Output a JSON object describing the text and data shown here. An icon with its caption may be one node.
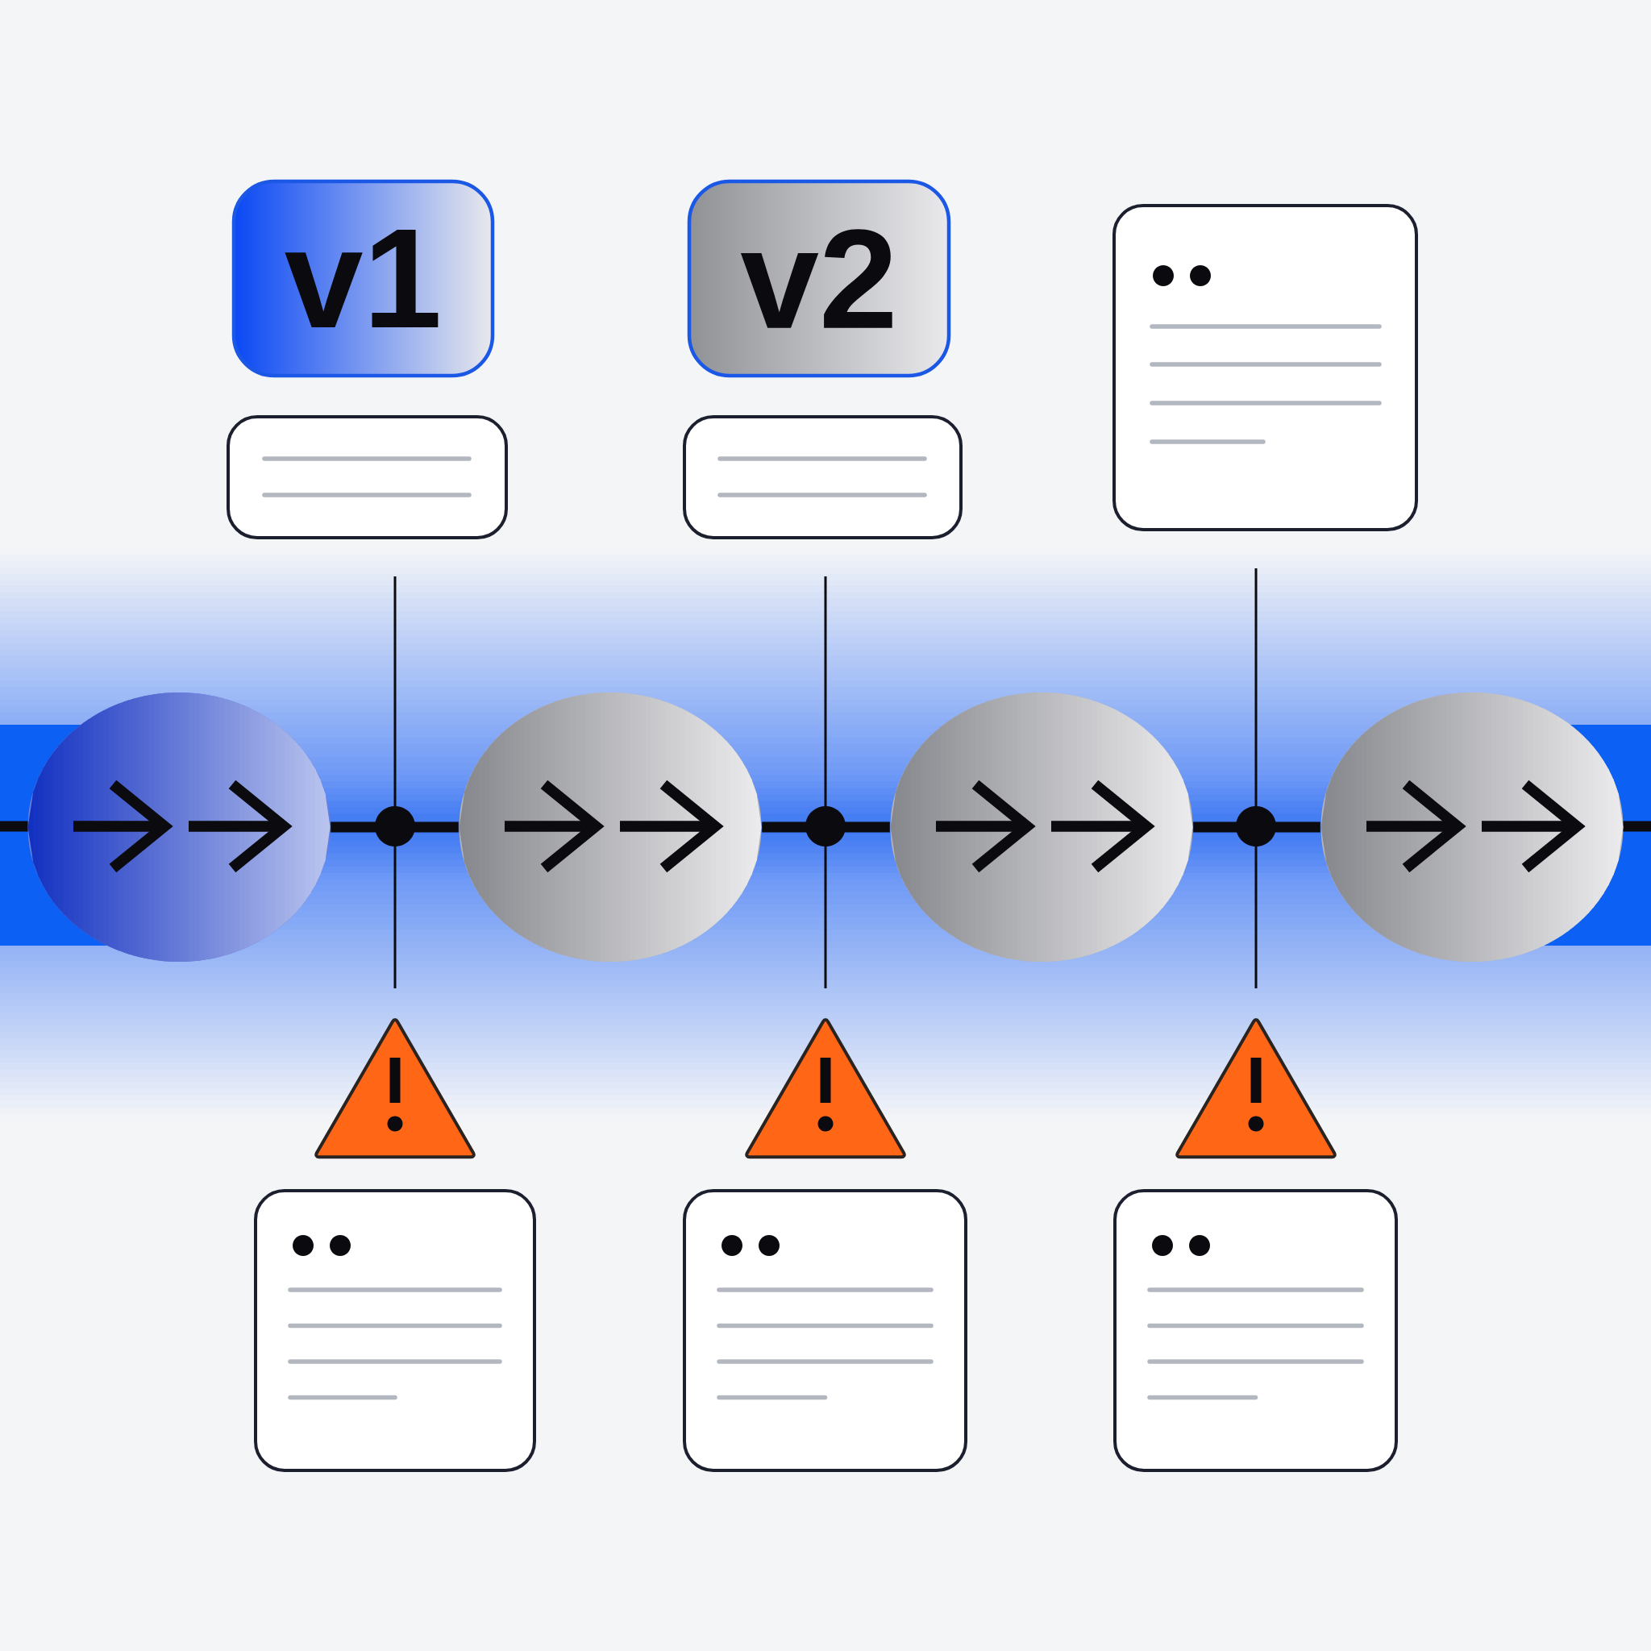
{
  "diagram": {
    "nodes": [
      {
        "text": [
          "v1"
        ]
      },
      {
        "text": [
          "v2"
        ]
      },
      {
        "text": [],
        "shape": "box"
      },
      {
        "text": [],
        "shape": "box"
      },
      {
        "text": [],
        "shape": "box"
      },
      {
        "text": [],
        "shape": "circle"
      },
      {
        "text": [],
        "shape": "circle"
      },
      {
        "text": [],
        "shape": "circle"
      },
      {
        "text": [],
        "shape": "circle"
      },
      {
        "text": [],
        "shape": "triangle"
      },
      {
        "text": [],
        "shape": "triangle"
      },
      {
        "text": [],
        "shape": "triangle"
      },
      {
        "text": [],
        "shape": "box"
      },
      {
        "text": [],
        "shape": "box"
      },
      {
        "text": [],
        "shape": "box"
      }
    ],
    "edges": [
      {
        "from": 5,
        "to": 6,
        "arrow": "none",
        "style": "thick"
      },
      {
        "from": 6,
        "to": 7,
        "arrow": "none",
        "style": "thick"
      },
      {
        "from": 7,
        "to": 8,
        "arrow": "none",
        "style": "thick"
      },
      {
        "from": 3,
        "to": 9,
        "arrow": "none"
      },
      {
        "from": 4,
        "to": 10,
        "arrow": "none"
      },
      {
        "from": 2,
        "to": 11,
        "arrow": "none"
      }
    ]
  }
}
